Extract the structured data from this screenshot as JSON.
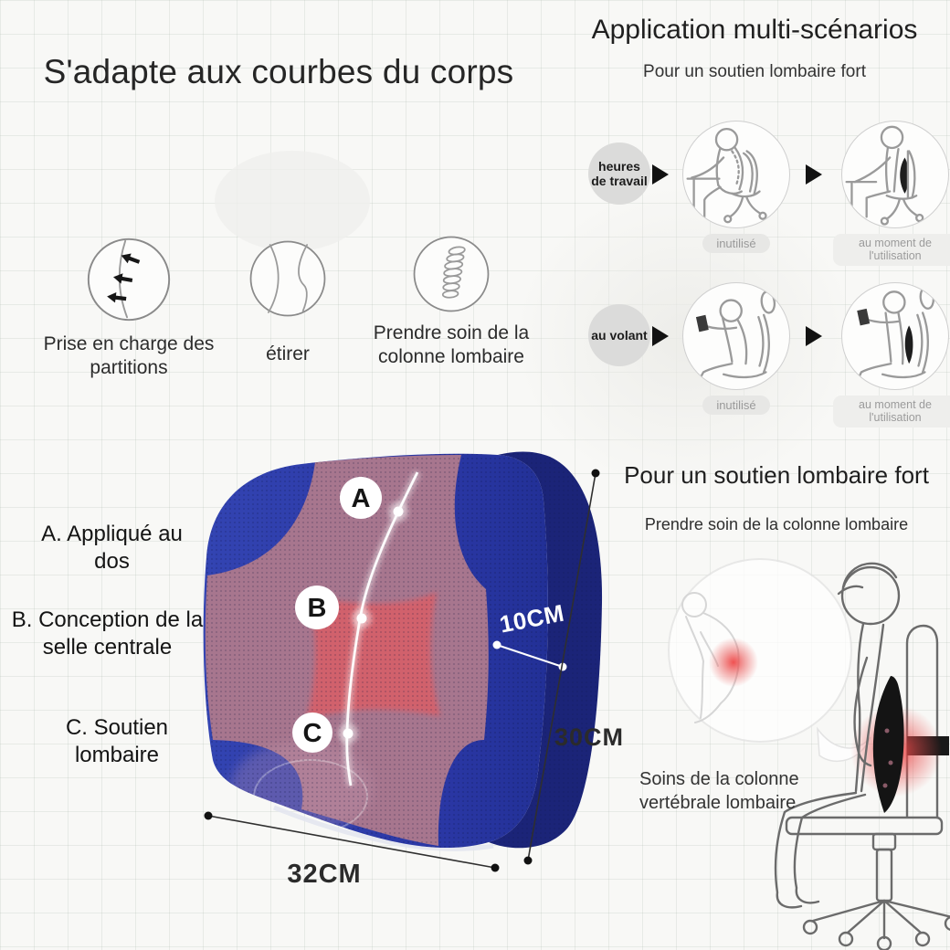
{
  "adapt_section": {
    "title": "S'adapte aux courbes du corps",
    "features": [
      {
        "icon": "partition-support-icon",
        "caption": "Prise en charge des partitions"
      },
      {
        "icon": "stretch-icon",
        "caption": "étirer"
      },
      {
        "icon": "spine-coil-icon",
        "caption": "Prendre soin de la colonne lombaire"
      }
    ]
  },
  "scenarios_section": {
    "title": "Application multi-scénarios",
    "subtitle": "Pour un soutien lombaire fort",
    "rows": [
      {
        "tag": "heures de travail",
        "before": "inutilisé",
        "after": "au moment de l'utilisation"
      },
      {
        "tag": "au volant",
        "before": "inutilisé",
        "after": "au moment de l'utilisation"
      }
    ]
  },
  "product_section": {
    "callouts": [
      "A. Appliqué au dos",
      "B. Conception de la selle centrale",
      "C. Soutien lombaire"
    ],
    "badges": [
      "A",
      "B",
      "C"
    ],
    "dim_depth": "10CM",
    "dim_height": "30CM",
    "dim_width": "32CM"
  },
  "support_section": {
    "title": "Pour un soutien lombaire fort",
    "subtitle": "Prendre soin de la colonne lombaire",
    "caption": "Soins de la colonne vertébrale lombaire"
  },
  "colors": {
    "cushion_blue": "#2e3fae",
    "cushion_blue_dark": "#1b2478",
    "cushion_mauve": "#a7768e",
    "cushion_red": "#d5606b",
    "glow_red": "#e84b4b",
    "tag_gray": "#dbdbda",
    "text_dark": "#1f1f1f",
    "muted_gray": "#9a9a9a"
  }
}
